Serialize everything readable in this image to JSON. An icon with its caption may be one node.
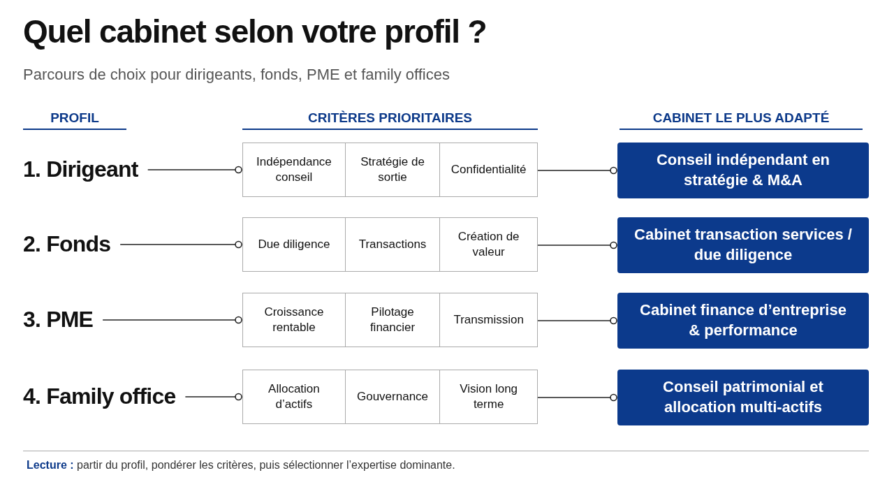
{
  "diagram": {
    "title": "Quel cabinet selon votre profil ?",
    "caption": "**Lecture :** partir du profil, pondérer les critères, puis sélectionner l’expertise dominante.",
    "labels": [
      "Parcours de choix pour dirigeants, fonds, PME et family offices",
      "PROFIL",
      "CRITÈRES PRIORITAIRES",
      "CABINET LE PLUS ADAPTÉ"
    ],
    "nodes": [
      {
        "text": [
          "1. Dirigeant"
        ]
      },
      {
        "text": [],
        "shape": "box"
      },
      {
        "text": [
          "Indépendance conseil"
        ],
        "in": 1
      },
      {
        "text": [
          "Stratégie de sortie"
        ],
        "in": 1
      },
      {
        "text": [
          "Confidentialité"
        ],
        "in": 1
      },
      {
        "text": [
          "Conseil indépendant en stratégie & M&A"
        ]
      },
      {
        "text": [
          "2. Fonds"
        ]
      },
      {
        "text": [],
        "shape": "box"
      },
      {
        "text": [
          "Due diligence"
        ],
        "in": 7
      },
      {
        "text": [
          "Transactions"
        ],
        "in": 7
      },
      {
        "text": [
          "Création de valeur"
        ],
        "in": 7
      },
      {
        "text": [
          "Cabinet transaction services / due diligence"
        ]
      },
      {
        "text": [
          "3. PME"
        ]
      },
      {
        "text": [],
        "shape": "box"
      },
      {
        "text": [
          "Croissance rentable"
        ],
        "in": 13
      },
      {
        "text": [
          "Pilotage financier"
        ],
        "in": 13
      },
      {
        "text": [
          "Transmission"
        ],
        "in": 13
      },
      {
        "text": [
          "Cabinet finance d’entreprise & performance"
        ]
      },
      {
        "text": [
          "4. Family office"
        ]
      },
      {
        "text": [],
        "shape": "box"
      },
      {
        "text": [
          "Allocation d’actifs"
        ],
        "in": 19
      },
      {
        "text": [
          "Gouvernance"
        ],
        "in": 19
      },
      {
        "text": [
          "Vision long terme"
        ],
        "in": 19
      },
      {
        "text": [
          "Conseil patrimonial et allocation multi-actifs"
        ]
      }
    ],
    "edges": [
      {
        "from": 0,
        "to": 1,
        "arrow": "other"
      },
      {
        "from": 1,
        "to": 5,
        "arrow": "other"
      },
      {
        "from": 6,
        "to": 7,
        "arrow": "other"
      },
      {
        "from": 7,
        "to": 11,
        "arrow": "other"
      },
      {
        "from": 12,
        "to": 13,
        "arrow": "other"
      },
      {
        "from": 13,
        "to": 17,
        "arrow": "other"
      },
      {
        "from": 18,
        "to": 19,
        "arrow": "other"
      },
      {
        "from": 19,
        "to": 23,
        "arrow": "other"
      }
    ]
  }
}
